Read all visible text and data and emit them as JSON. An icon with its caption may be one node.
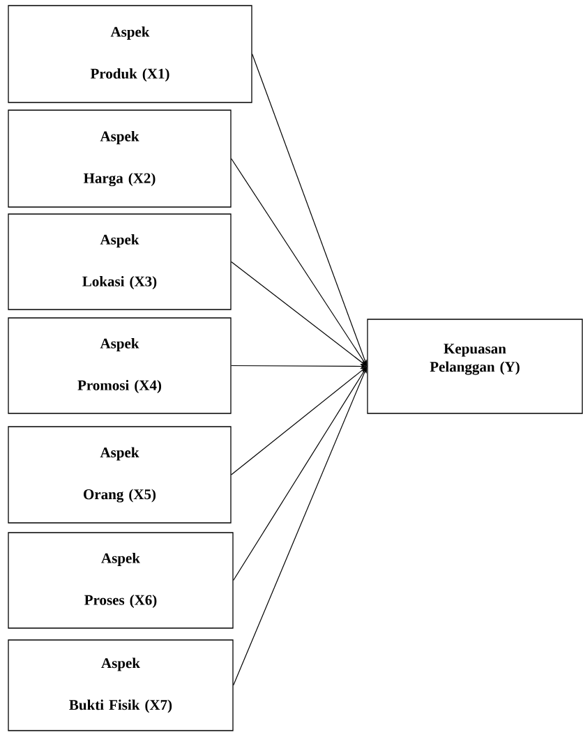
{
  "diagram": {
    "nodes": [
      {
        "text": [
          "Aspek",
          "Produk (X1)"
        ]
      },
      {
        "text": [
          "Aspek",
          "Harga (X2)"
        ]
      },
      {
        "text": [
          "Aspek",
          "Lokasi (X3)"
        ]
      },
      {
        "text": [
          "Aspek",
          "Promosi (X4)"
        ]
      },
      {
        "text": [
          "Aspek",
          "Orang (X5)"
        ]
      },
      {
        "text": [
          "Aspek",
          "Proses (X6)"
        ]
      },
      {
        "text": [
          "Aspek",
          "Bukti Fisik (X7)"
        ]
      },
      {
        "text": [
          "Kepuasan Pelanggan (Y)"
        ]
      }
    ],
    "edges": [
      {
        "from": 0,
        "to": 7,
        "arrow": "to"
      },
      {
        "from": 1,
        "to": 7,
        "arrow": "to"
      },
      {
        "from": 2,
        "to": 7,
        "arrow": "to"
      },
      {
        "from": 3,
        "to": 7,
        "arrow": "to"
      },
      {
        "from": 4,
        "to": 7,
        "arrow": "to"
      },
      {
        "from": 5,
        "to": 7,
        "arrow": "to"
      },
      {
        "from": 6,
        "to": 7,
        "arrow": "to"
      }
    ]
  }
}
